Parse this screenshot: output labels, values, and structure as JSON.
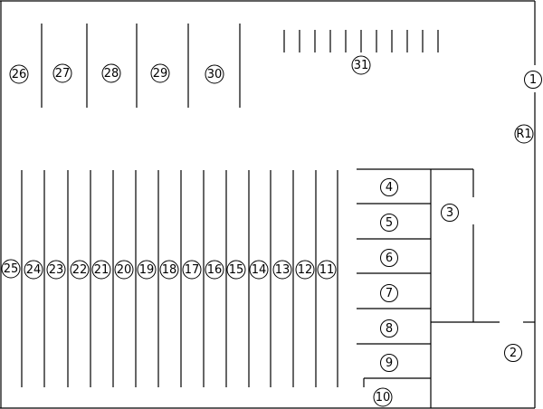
{
  "diagram": {
    "spaces": [
      {
        "id": "s1",
        "label": "1"
      },
      {
        "id": "s2",
        "label": "2"
      },
      {
        "id": "s3",
        "label": "3"
      },
      {
        "id": "s4",
        "label": "4"
      },
      {
        "id": "s5",
        "label": "5"
      },
      {
        "id": "s6",
        "label": "6"
      },
      {
        "id": "s7",
        "label": "7"
      },
      {
        "id": "s8",
        "label": "8"
      },
      {
        "id": "s9",
        "label": "9"
      },
      {
        "id": "s10",
        "label": "10"
      },
      {
        "id": "s11",
        "label": "11"
      },
      {
        "id": "s12",
        "label": "12"
      },
      {
        "id": "s13",
        "label": "13"
      },
      {
        "id": "s14",
        "label": "14"
      },
      {
        "id": "s15",
        "label": "15"
      },
      {
        "id": "s16",
        "label": "16"
      },
      {
        "id": "s17",
        "label": "17"
      },
      {
        "id": "s18",
        "label": "18"
      },
      {
        "id": "s19",
        "label": "19"
      },
      {
        "id": "s20",
        "label": "20"
      },
      {
        "id": "s21",
        "label": "21"
      },
      {
        "id": "s22",
        "label": "22"
      },
      {
        "id": "s23",
        "label": "23"
      },
      {
        "id": "s24",
        "label": "24"
      },
      {
        "id": "s25",
        "label": "25"
      },
      {
        "id": "s26",
        "label": "26"
      },
      {
        "id": "s27",
        "label": "27"
      },
      {
        "id": "s28",
        "label": "28"
      },
      {
        "id": "s29",
        "label": "29"
      },
      {
        "id": "s30",
        "label": "30"
      },
      {
        "id": "s31",
        "label": "31"
      },
      {
        "id": "sR1",
        "label": "R1"
      }
    ]
  }
}
